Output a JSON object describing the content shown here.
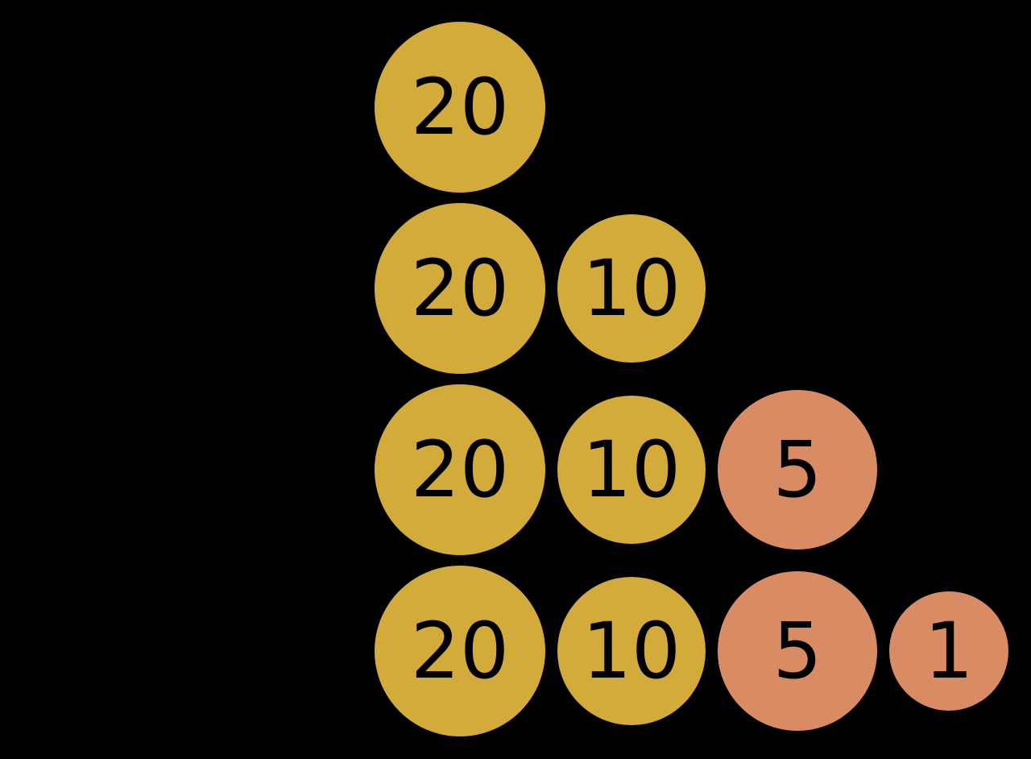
{
  "colors": {
    "background": "#000000",
    "gold_coin": "#d2ab3a",
    "copper_coin": "#d98c63",
    "coin_text": "#000000"
  },
  "coin_types": {
    "c20": {
      "label": "20",
      "color_key": "gold_coin",
      "diameter": 212
    },
    "c10": {
      "label": "10",
      "color_key": "gold_coin",
      "diameter": 184
    },
    "c5": {
      "label": "5",
      "color_key": "copper_coin",
      "diameter": 198
    },
    "c1": {
      "label": "1",
      "color_key": "copper_coin",
      "diameter": 148
    }
  },
  "rows": [
    {
      "coins": [
        "c20"
      ]
    },
    {
      "coins": [
        "c20",
        "c10"
      ]
    },
    {
      "coins": [
        "c20",
        "c10",
        "c5"
      ]
    },
    {
      "coins": [
        "c20",
        "c10",
        "c5",
        "c1"
      ]
    }
  ]
}
